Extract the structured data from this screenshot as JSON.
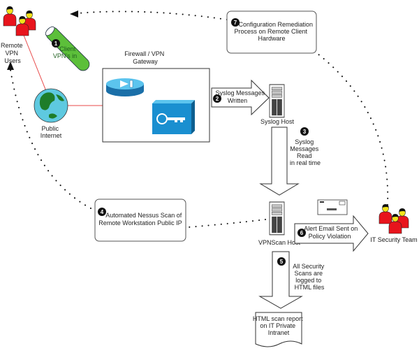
{
  "diagram": {
    "nodes": {
      "remote_users": {
        "label_lines": [
          "Remote",
          "VPN",
          "Users"
        ]
      },
      "public_internet": {
        "label_lines": [
          "Public",
          "Internet"
        ]
      },
      "firewall": {
        "label_lines": [
          "Firewall / VPN",
          "Gateway"
        ]
      },
      "syslog_host": {
        "label": "Syslog Host"
      },
      "vpnscan_host": {
        "label": "VPNScan Host"
      },
      "it_security_team": {
        "label": "IT Security Team"
      },
      "html_report": {
        "label_lines": [
          "HTML scan report",
          "on IT Private",
          "Intranet"
        ]
      }
    },
    "steps": [
      {
        "number": "1",
        "label_lines": [
          "Client",
          "VPN's in"
        ]
      },
      {
        "number": "2",
        "label_lines": [
          "Syslog Messages",
          "Written"
        ]
      },
      {
        "number": "3",
        "label_lines": [
          "Syslog",
          "Messages",
          "Read",
          "in real time"
        ]
      },
      {
        "number": "4",
        "label_lines": [
          "Automated Nessus Scan of",
          "Remote Workstation Public IP"
        ]
      },
      {
        "number": "5",
        "label_lines": [
          "All Security",
          "Scans are",
          "logged to",
          "HTML files"
        ]
      },
      {
        "number": "6",
        "label_lines": [
          "Alert Email Sent on",
          "Policy Violation"
        ]
      },
      {
        "number": "7",
        "label_lines": [
          "Configuration Remediation",
          "Process on Remote Client",
          "Hardware"
        ]
      }
    ],
    "colors": {
      "person_red": "#e8141c",
      "person_skin": "#f2e21a",
      "tunnel_green": "#5cbf3a",
      "cisco_blue": "#1a8fd0",
      "globe_water": "#5ec9e0",
      "globe_land": "#1e7d2a",
      "link_red": "#e84a4a"
    }
  }
}
